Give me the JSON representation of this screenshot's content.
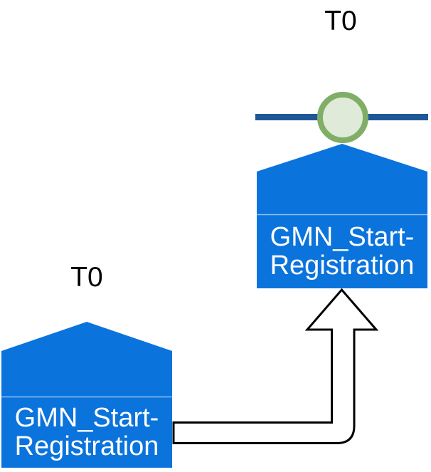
{
  "diagram": {
    "title": "process-interface-diagram",
    "colors": {
      "shape_blue": "#0b73dc",
      "timeline_blue": "#1e5795",
      "event_ring_green": "#80ae66",
      "event_fill_green": "#dfead9",
      "divider_line": "rgba(255,255,255,0.55)",
      "arrow_fill": "#ffffff",
      "arrow_stroke": "#000000",
      "label_text": "#ffffff",
      "t0_text": "#000000"
    },
    "right_lane": {
      "t0_label": "T0",
      "process": {
        "name_line1": "GMN_Start-",
        "name_line2": "Registration"
      }
    },
    "left_lane": {
      "t0_label": "T0",
      "process": {
        "name_line1": "GMN_Start-",
        "name_line2": "Registration"
      }
    }
  }
}
